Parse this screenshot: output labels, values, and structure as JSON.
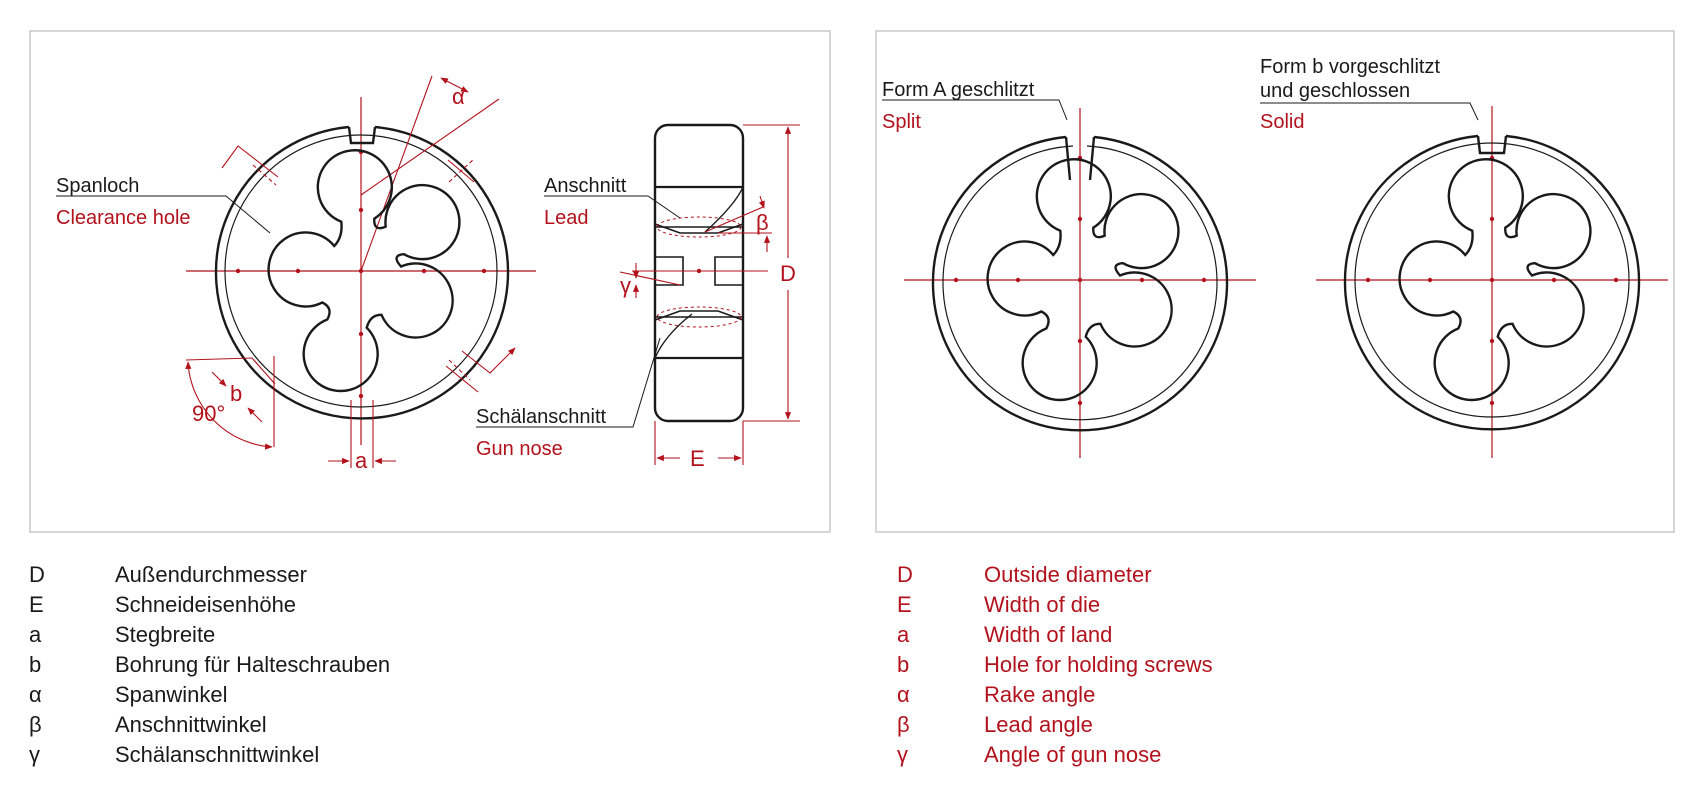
{
  "labels": {
    "spanloch": "Spanloch",
    "clearance_hole": "Clearance hole",
    "anschnitt": "Anschnitt",
    "lead": "Lead",
    "schaelanschnitt": "Schälanschnitt",
    "gun_nose": "Gun nose",
    "form_a": "Form A geschlitzt",
    "split": "Split",
    "form_b_line1": "Form b vorgeschlitzt",
    "form_b_line2": "und geschlossen",
    "solid": "Solid",
    "dim_alpha": "α",
    "dim_beta": "β",
    "dim_gamma": "γ",
    "dim_D": "D",
    "dim_E": "E",
    "dim_a": "a",
    "dim_b": "b",
    "dim_90": "90°"
  },
  "legend_de": [
    {
      "symbol": "D",
      "text": "Außendurchmesser"
    },
    {
      "symbol": "E",
      "text": "Schneideisenhöhe"
    },
    {
      "symbol": "a",
      "text": "Stegbreite"
    },
    {
      "symbol": "b",
      "text": "Bohrung für Halteschrauben"
    },
    {
      "symbol": "α",
      "text": "Spanwinkel"
    },
    {
      "symbol": "β",
      "text": "Anschnittwinkel"
    },
    {
      "symbol": "γ",
      "text": "Schälanschnittwinkel"
    }
  ],
  "legend_en": [
    {
      "symbol": "D",
      "text": "Outside diameter"
    },
    {
      "symbol": "E",
      "text": "Width of die"
    },
    {
      "symbol": "a",
      "text": "Width of land"
    },
    {
      "symbol": "b",
      "text": "Hole for holding screws"
    },
    {
      "symbol": "α",
      "text": "Rake angle"
    },
    {
      "symbol": "β",
      "text": "Lead angle"
    },
    {
      "symbol": "γ",
      "text": "Angle of gun nose"
    }
  ],
  "colors": {
    "ink": "#1a1a1a",
    "accent": "#b3121c",
    "frame": "#c8c8c8"
  }
}
